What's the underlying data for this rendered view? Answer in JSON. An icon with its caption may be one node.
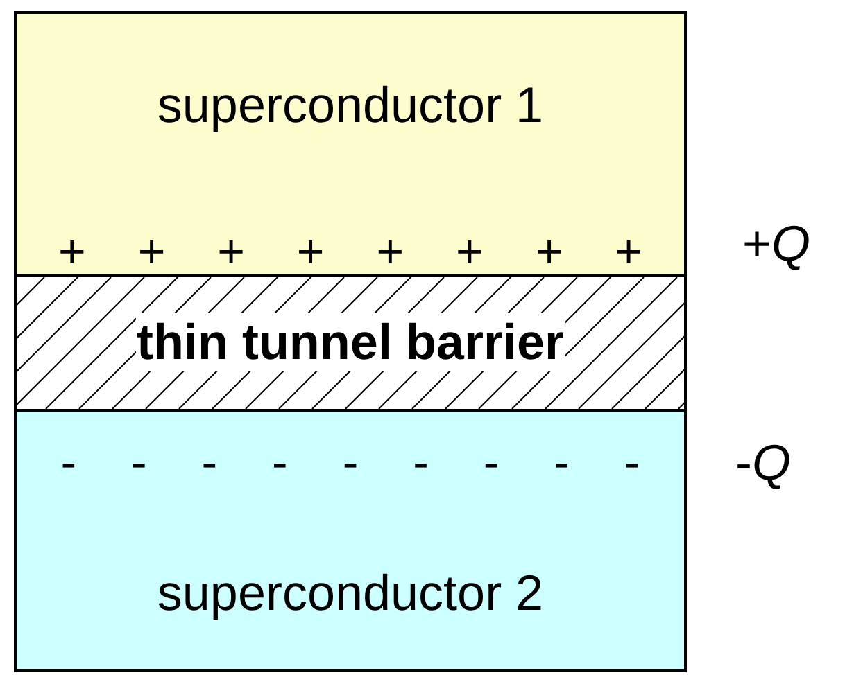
{
  "diagram": {
    "nodes": [
      {
        "text": [
          "superconductor 1",
          "+ + + + + + + +"
        ]
      },
      {
        "text": [
          "thin tunnel barrier"
        ]
      },
      {
        "text": [
          "- - - - - - - - -",
          "superconductor 2"
        ]
      }
    ],
    "labels": [
      "+*Q*",
      "-*Q*"
    ]
  }
}
